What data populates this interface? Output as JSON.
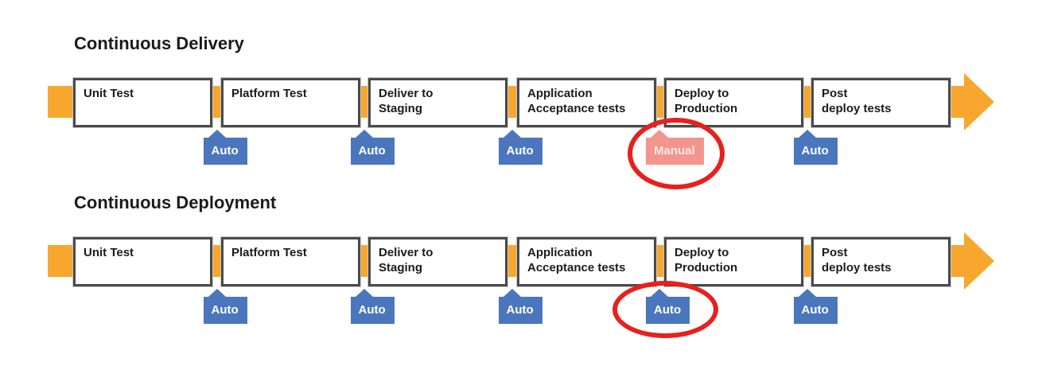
{
  "colors": {
    "arrow_orange": "#F7A72E",
    "auto_blue": "#4A76BD",
    "manual_salmon": "#F2968D",
    "highlight_red": "#E8201D"
  },
  "pipelines": [
    {
      "title": "Continuous Delivery",
      "stages": [
        {
          "label": "Unit Test"
        },
        {
          "label": "Platform Test"
        },
        {
          "label": "Deliver to\nStaging"
        },
        {
          "label": "Application\nAcceptance tests"
        },
        {
          "label": "Deploy to\nProduction"
        },
        {
          "label": "Post\ndeploy tests"
        }
      ],
      "gates": [
        {
          "label": "Auto",
          "mode": "auto",
          "highlighted": false
        },
        {
          "label": "Auto",
          "mode": "auto",
          "highlighted": false
        },
        {
          "label": "Auto",
          "mode": "auto",
          "highlighted": false
        },
        {
          "label": "Manual",
          "mode": "manual",
          "highlighted": true
        },
        {
          "label": "Auto",
          "mode": "auto",
          "highlighted": false
        }
      ]
    },
    {
      "title": "Continuous Deployment",
      "stages": [
        {
          "label": "Unit Test"
        },
        {
          "label": "Platform Test"
        },
        {
          "label": "Deliver to\nStaging"
        },
        {
          "label": "Application\nAcceptance tests"
        },
        {
          "label": "Deploy to\nProduction"
        },
        {
          "label": "Post\ndeploy tests"
        }
      ],
      "gates": [
        {
          "label": "Auto",
          "mode": "auto",
          "highlighted": false
        },
        {
          "label": "Auto",
          "mode": "auto",
          "highlighted": false
        },
        {
          "label": "Auto",
          "mode": "auto",
          "highlighted": false
        },
        {
          "label": "Auto",
          "mode": "auto",
          "highlighted": true
        },
        {
          "label": "Auto",
          "mode": "auto",
          "highlighted": false
        }
      ]
    }
  ]
}
